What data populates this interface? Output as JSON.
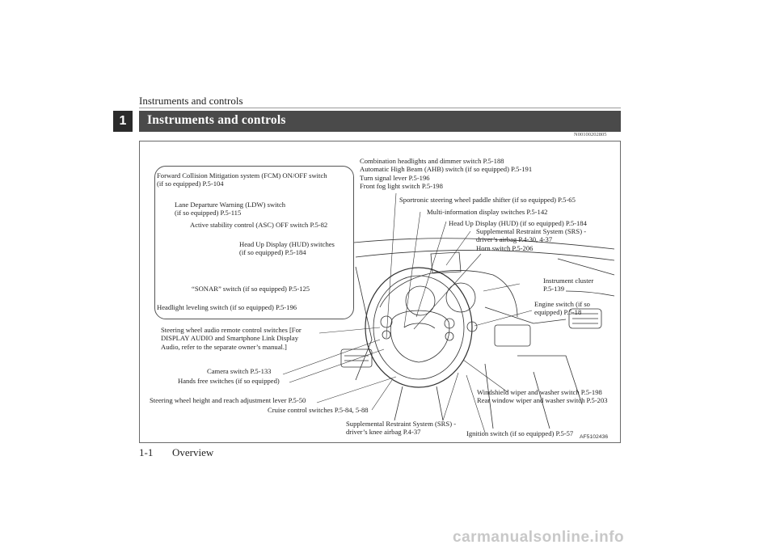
{
  "header": {
    "title": "Instruments and controls"
  },
  "chapter_tab": "1",
  "section": {
    "title": "Instruments and controls",
    "code": "N00100202805"
  },
  "figure": {
    "code": "AF5102436",
    "callouts": {
      "combo": "Combination headlights and dimmer switch P.5-188\nAutomatic High Beam (AHB) switch (if so equipped) P.5-191\nTurn signal lever P.5-196\nFront fog light switch P.5-198",
      "fcm": "Forward Collision Mitigation system (FCM) ON/OFF switch\n(if so equipped) P.5-104",
      "ldw": "Lane Departure Warning (LDW) switch\n(if so equipped) P.5-115",
      "asc": "Active stability control (ASC) OFF switch P.5-82",
      "hud_sw": "Head Up Display (HUD) switches\n(if so equipped) P.5-184",
      "sonar": "“SONAR” switch (if so equipped) P.5-125",
      "leveling": "Headlight leveling switch (if so equipped) P.5-196",
      "paddle": "Sportronic steering wheel paddle shifter (if so equipped) P.5-65",
      "multi": "Multi-information display switches P.5-142",
      "hud": "Head Up Display (HUD) (if so equipped) P.5-184",
      "srs_drv": "Supplemental Restraint System (SRS) -\ndriver’s airbag P.4-30, 4-37\nHorn switch P.5-206",
      "cluster": "Instrument cluster\nP.5-139",
      "engine": "Engine switch (if so\nequipped) P.5-18",
      "audio": "Steering wheel audio remote control switches [For\nDISPLAY AUDIO and Smartphone Link Display\nAudio, refer to the separate owner’s manual.]",
      "camera": "Camera switch P.5-133",
      "handsfree": "Hands free switches (if so equipped)",
      "tilt": "Steering wheel height and reach adjustment lever P.5-50",
      "cruise": "Cruise control switches P.5-84, 5-88",
      "wiper": "Windshield wiper and washer switch P.5-198\nRear window wiper and washer switch P.5-203",
      "srs_knee": "Supplemental Restraint System (SRS) -\ndriver’s knee airbag P.4-37",
      "ignition": "Ignition switch (if so equipped) P.5-57"
    }
  },
  "footer": {
    "page_number": "1-1",
    "chapter_name": "Overview"
  },
  "watermark": "carmanualsonline.info"
}
